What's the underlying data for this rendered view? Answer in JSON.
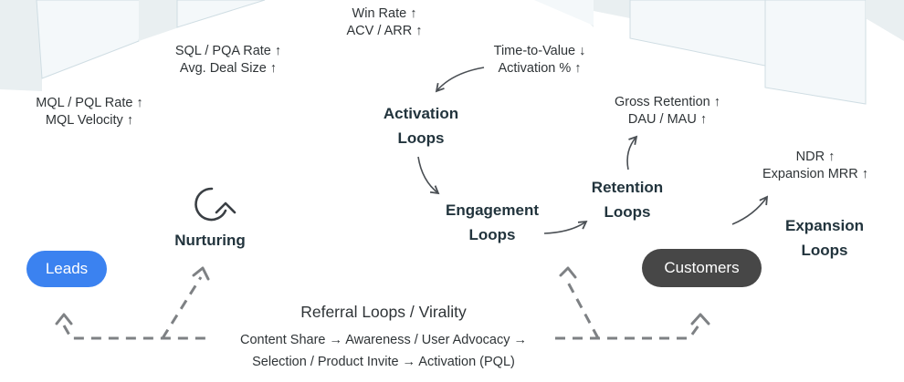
{
  "colors": {
    "leads_pill": "#3b82f0",
    "customers_pill": "#474747",
    "funnel_band": "#e9eff1",
    "funnel_face": "#f4f8fa",
    "funnel_edge": "#cfdde3",
    "arrow": "#4a4f54",
    "dashed_arrow": "#7e8184",
    "text": "#2f3437",
    "title_text": "#22343d"
  },
  "metrics": {
    "mql": [
      "MQL / PQL Rate ↑",
      "MQL Velocity ↑"
    ],
    "sql": [
      "SQL / PQA Rate ↑",
      "Avg. Deal Size ↑"
    ],
    "win": [
      "Win Rate ↑",
      "ACV / ARR ↑"
    ],
    "ttv": [
      "Time-to-Value ↓",
      "Activation % ↑"
    ],
    "retention": [
      "Gross Retention ↑",
      "DAU / MAU ↑"
    ],
    "ndr": [
      "NDR ↑",
      "Expansion MRR ↑"
    ]
  },
  "stages": {
    "nurturing": [
      "Nurturing"
    ],
    "activation": [
      "Activation",
      "Loops"
    ],
    "engagement": [
      "Engagement",
      "Loops"
    ],
    "retention": [
      "Retention",
      "Loops"
    ],
    "expansion": [
      "Expansion",
      "Loops"
    ]
  },
  "pills": {
    "leads": "Leads",
    "customers": "Customers"
  },
  "icons": {
    "nurturing": "refresh-cycle-icon"
  },
  "referral": {
    "title": "Referral Loops / Virality",
    "lines": [
      "Content Share → Awareness / User Advocacy →",
      "Selection / Product Invite → Activation (PQL)"
    ]
  }
}
